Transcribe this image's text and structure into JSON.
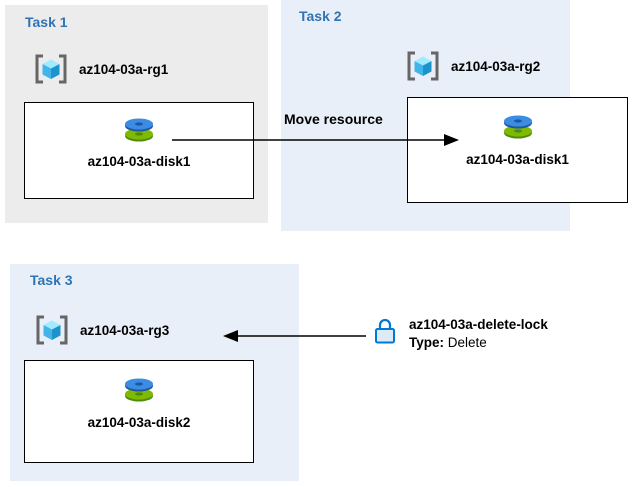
{
  "tasks": {
    "task1": {
      "title": "Task 1",
      "rg": "az104-03a-rg1",
      "disk": "az104-03a-disk1"
    },
    "task2": {
      "title": "Task 2",
      "rg": "az104-03a-rg2",
      "disk": "az104-03a-disk1"
    },
    "task3": {
      "title": "Task 3",
      "rg": "az104-03a-rg3",
      "disk": "az104-03a-disk2"
    }
  },
  "arrow_label": "Move resource",
  "lock": {
    "name": "az104-03a-delete-lock",
    "type_label": "Type:",
    "type_value": "Delete"
  },
  "icons": {
    "resource_group": "resource-group-icon",
    "disk": "disk-icon",
    "lock": "lock-icon"
  },
  "colors": {
    "panel_gray": "#ececec",
    "panel_blue": "#e9eff8",
    "title_blue": "#2E74B5",
    "disk_blue": "#3B8DE4",
    "disk_green": "#7FBA00",
    "lock_blue": "#0078D4",
    "arrow_black": "#000000"
  }
}
